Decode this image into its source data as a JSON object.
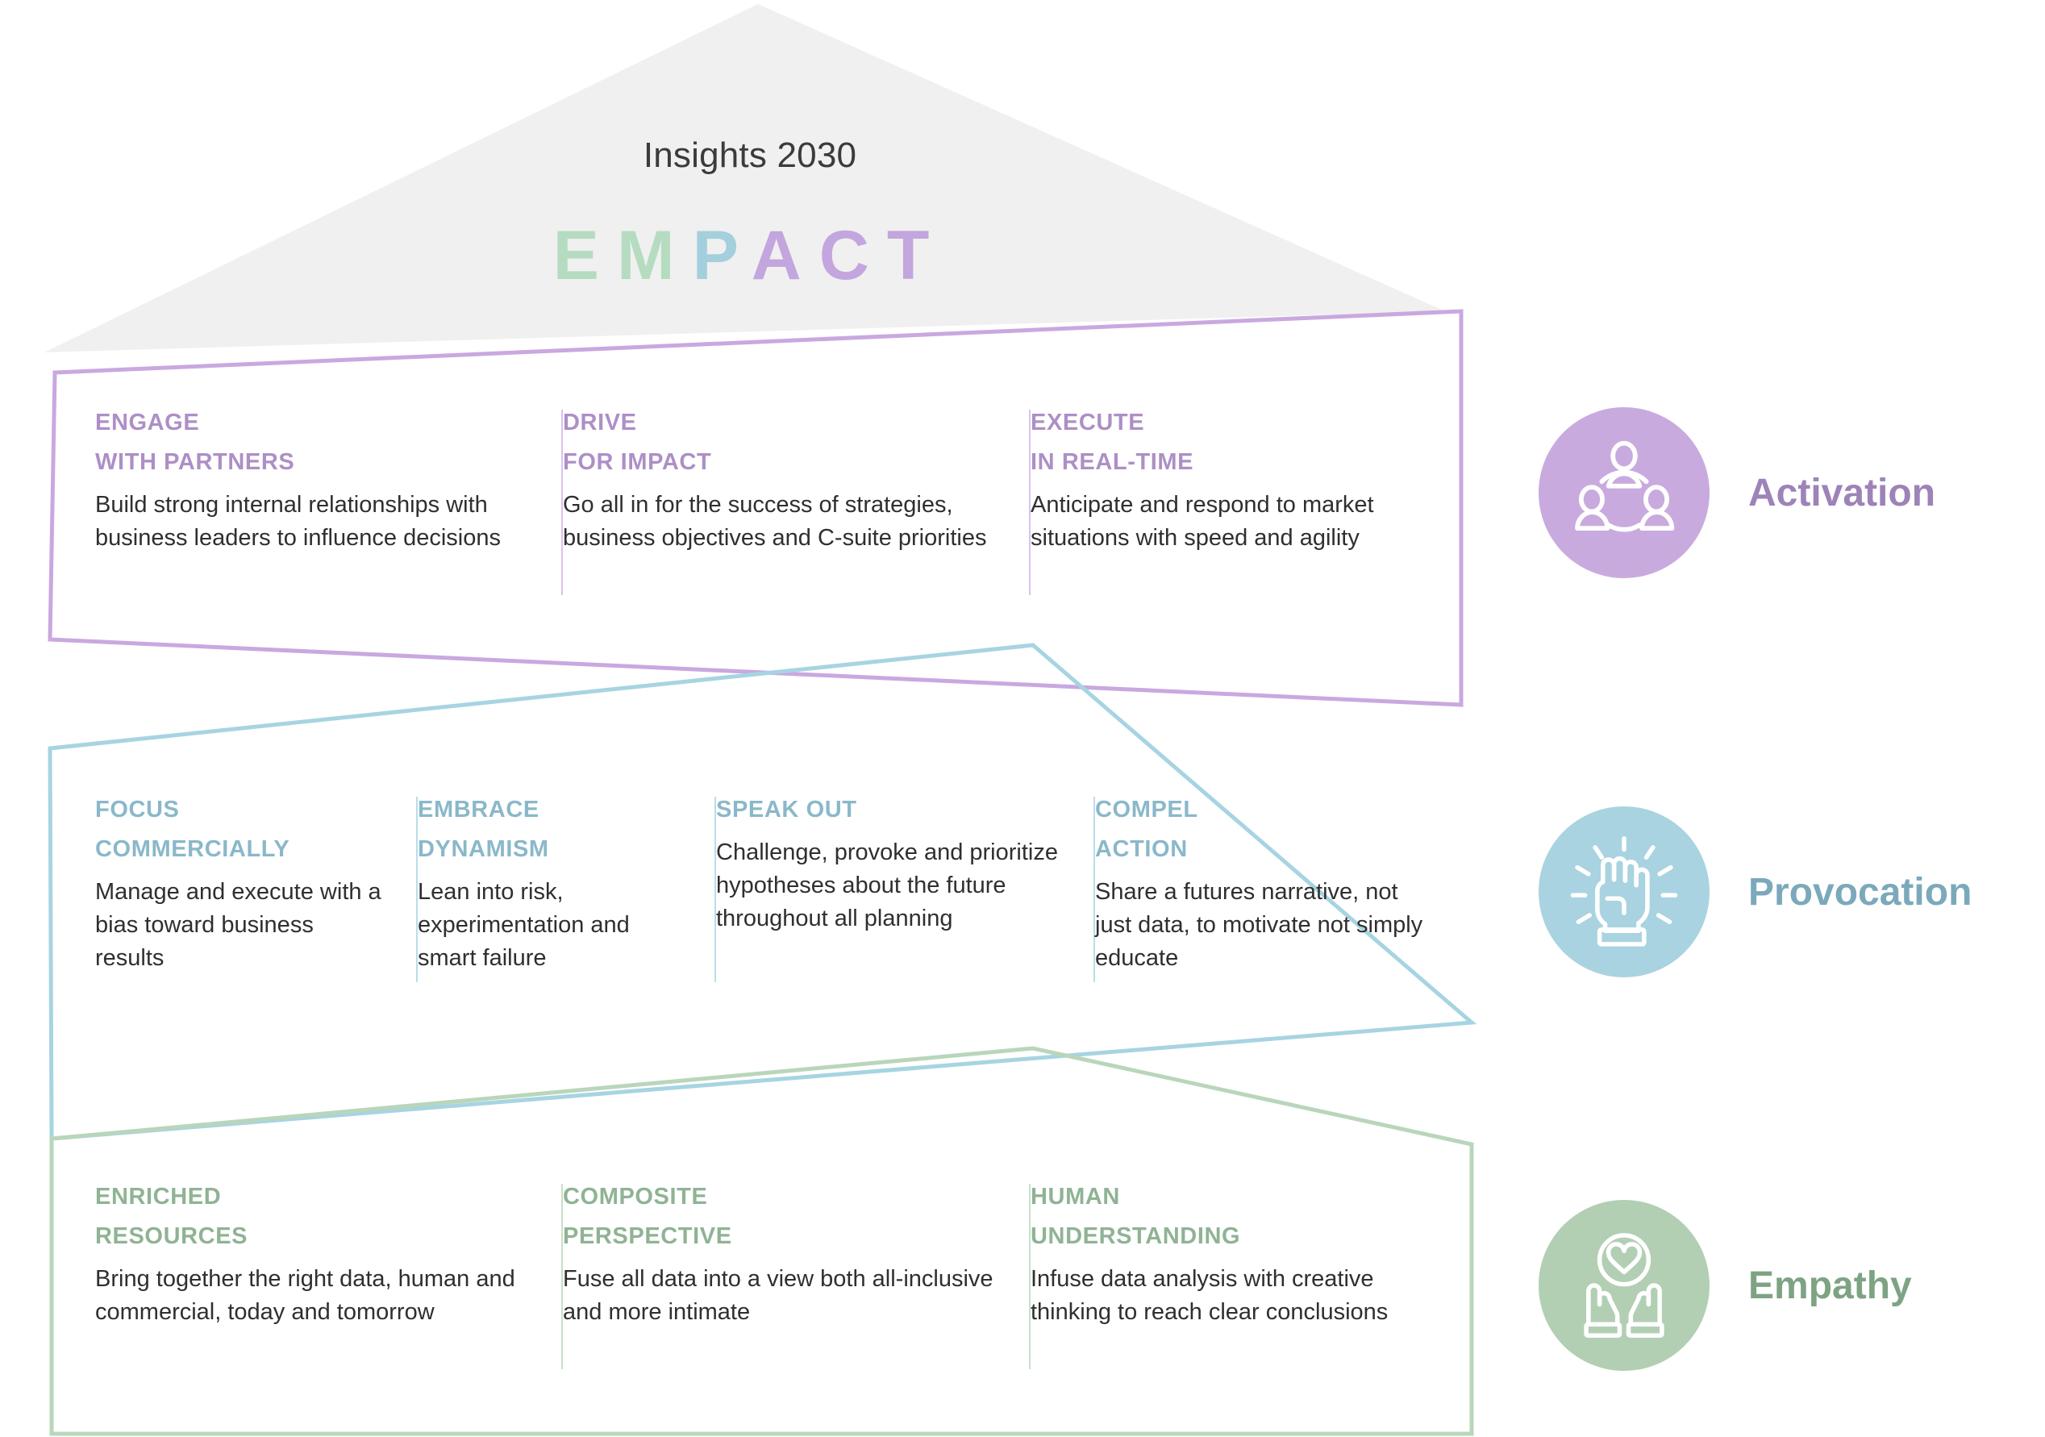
{
  "roof": {
    "title": "Insights 2030",
    "acronym_letters": [
      {
        "char": "E",
        "color": "#b5dcc0"
      },
      {
        "char": "M",
        "color": "#b5dcc0"
      },
      {
        "char": "P",
        "color": "#a4cfdd"
      },
      {
        "char": "A",
        "color": "#c3a6dd"
      },
      {
        "char": "C",
        "color": "#c3a6dd"
      },
      {
        "char": "T",
        "color": "#c3a6dd"
      }
    ],
    "acronym": "EMPACT",
    "fill": "#f0f0f0"
  },
  "bands": [
    {
      "key": "activation",
      "accent": "#ad8fc6",
      "border": "#c9a8e0",
      "divider": "#d9c2ec",
      "columns": [
        {
          "title": "ENGAGE\nWITH PARTNERS",
          "body": "Build strong internal relationships with business leaders to influence decisions"
        },
        {
          "title": "DRIVE\nFOR IMPACT",
          "body": "Go all in for the success of strategies, business objectives and C-suite priorities"
        },
        {
          "title": "EXECUTE\nIN REAL-TIME",
          "body": "Anticipate and respond to market situations with speed and agility"
        }
      ]
    },
    {
      "key": "provocation",
      "accent": "#8ab8c9",
      "border": "#a7d4e2",
      "divider": "#b9dde8",
      "columns": [
        {
          "title": "FOCUS\nCOMMERCIALLY",
          "body": "Manage and execute with a bias toward business results"
        },
        {
          "title": "EMBRACE\nDYNAMISM",
          "body": "Lean into risk, experimentation and smart failure"
        },
        {
          "title": "SPEAK OUT",
          "body": "Challenge, provoke and prioritize hypotheses about the future throughout all planning"
        },
        {
          "title": "COMPEL\nACTION",
          "body": "Share a futures narrative, not just data, to motivate not simply educate"
        }
      ]
    },
    {
      "key": "empathy",
      "accent": "#8fb394",
      "border": "#b9d6bb",
      "divider": "#c8e0c9",
      "columns": [
        {
          "title": "ENRICHED\nRESOURCES",
          "body": "Bring together the right data, human and commercial, today and tomorrow"
        },
        {
          "title": "COMPOSITE\nPERSPECTIVE",
          "body": "Fuse all data into a view both all-inclusive and more intimate"
        },
        {
          "title": "HUMAN\nUNDERSTANDING",
          "body": "Infuse data analysis with creative thinking to reach clear conclusions"
        }
      ]
    }
  ],
  "legend": [
    {
      "label": "Activation",
      "icon": "people-network-icon",
      "circle_color": "#c9aade",
      "text_color": "#9d83b8"
    },
    {
      "label": "Provocation",
      "icon": "raised-fist-icon",
      "circle_color": "#a9d3e0",
      "text_color": "#7ba9bb"
    },
    {
      "label": "Empathy",
      "icon": "hands-holding-heart-icon",
      "circle_color": "#b2cfb4",
      "text_color": "#7ea383"
    }
  ]
}
